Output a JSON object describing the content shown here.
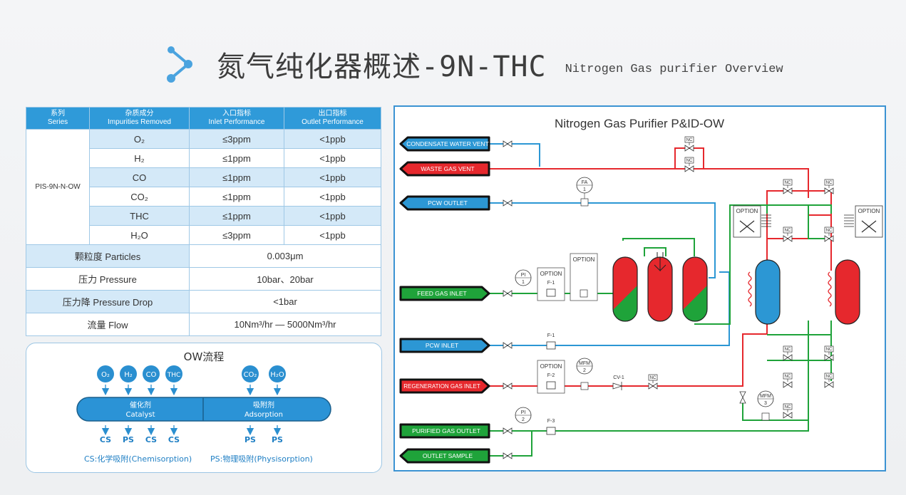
{
  "header": {
    "title_cn": "氮气纯化器概述-9N-THC",
    "title_en": "Nitrogen Gas purifier Overview"
  },
  "spec_table": {
    "headers": [
      {
        "cn": "系列",
        "en": "Series"
      },
      {
        "cn": "杂质成分",
        "en": "Impurities Removed"
      },
      {
        "cn": "入口指标",
        "en": "Inlet Performance"
      },
      {
        "cn": "出口指标",
        "en": "Outlet Performance"
      }
    ],
    "series": "PIS-9N-N-OW",
    "rows": [
      {
        "impurity": "O₂",
        "inlet": "≤3ppm",
        "outlet": "<1ppb"
      },
      {
        "impurity": "H₂",
        "inlet": "≤1ppm",
        "outlet": "<1ppb"
      },
      {
        "impurity": "CO",
        "inlet": "≤1ppm",
        "outlet": "<1ppb"
      },
      {
        "impurity": "CO₂",
        "inlet": "≤1ppm",
        "outlet": "<1ppb"
      },
      {
        "impurity": "THC",
        "inlet": "≤1ppm",
        "outlet": "<1ppb"
      },
      {
        "impurity": "H₂O",
        "inlet": "≤3ppm",
        "outlet": "<1ppb"
      }
    ],
    "extra_rows": [
      {
        "label": "颗粒度 Particles",
        "value": "0.003μm"
      },
      {
        "label": "压力 Pressure",
        "value": "10bar、20bar"
      },
      {
        "label": "压力降 Pressure Drop",
        "value": "<1bar"
      },
      {
        "label": "流量 Flow",
        "value": "10Nm³/hr — 5000Nm³/hr"
      }
    ]
  },
  "ow_flow": {
    "title": "OW流程",
    "catalyst_inputs": [
      "O₂",
      "H₂",
      "CO",
      "THC"
    ],
    "adsorption_inputs": [
      "CO₂",
      "H₂O"
    ],
    "catalyst_label_cn": "催化剂",
    "catalyst_label_en": "Catalyst",
    "adsorption_label_cn": "吸附剂",
    "adsorption_label_en": "Adsorption",
    "catalyst_outputs": [
      "CS",
      "PS",
      "CS",
      "CS"
    ],
    "adsorption_outputs": [
      "PS",
      "PS"
    ],
    "legend_cs": "CS:化学吸附(Chemisorption)",
    "legend_ps": "PS:物理吸附(Physisorption)"
  },
  "pid": {
    "title": "Nitrogen Gas Purifier P&ID-OW",
    "ports": {
      "condensate": "CONDENSATE WATER VENT",
      "waste": "WASTE GAS VENT",
      "pcw_out": "PCW OUTLET",
      "feed": "FEED GAS INLET",
      "pcw_in": "PCW INLET",
      "regen": "REGENERATION GAS INLET",
      "purified": "PURIFIED GAS OUTLET",
      "sample": "OUTLET SAMPLE"
    },
    "labels": {
      "nc": "NC",
      "option": "OPTION",
      "fa": "FA",
      "pi": "PI",
      "mfm": "MFM",
      "f1": "F-1",
      "f2": "F-2",
      "f3": "F-3",
      "cv1": "CV-1",
      "n1": "1",
      "n2": "2",
      "n3": "3"
    },
    "colors": {
      "cool": "#2c97d4",
      "hot": "#e6282d",
      "gas": "#1fa33a"
    }
  }
}
